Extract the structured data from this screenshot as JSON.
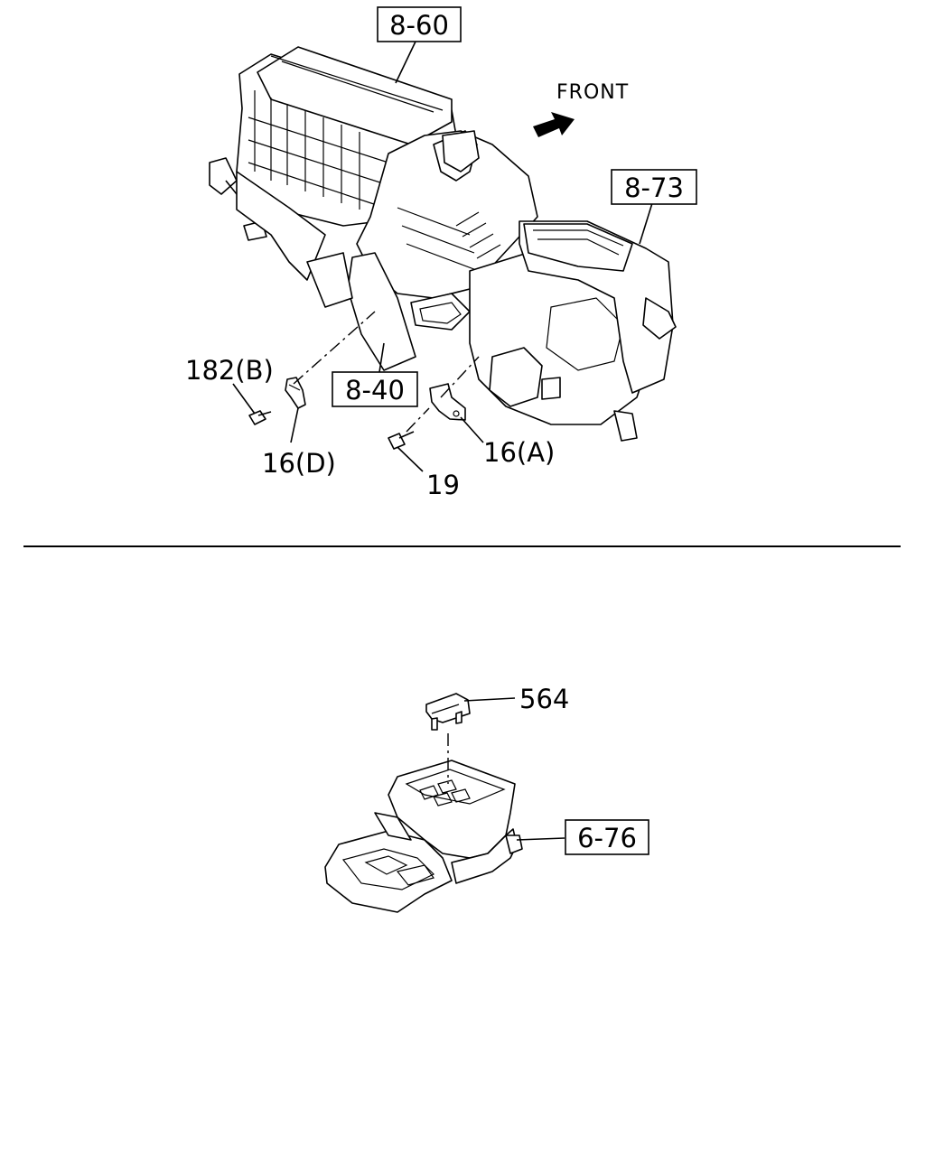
{
  "direction_label": "FRONT",
  "ref_boxes": {
    "top_center": "8-60",
    "right": "8-73",
    "lower_center": "8-40",
    "console": "6-76"
  },
  "part_labels": {
    "screw_b": "182(B)",
    "bracket_d": "16(D)",
    "bracket_a": "16(A)",
    "screw": "19",
    "cap": "564"
  },
  "icons": [
    "front-arrow-icon"
  ]
}
